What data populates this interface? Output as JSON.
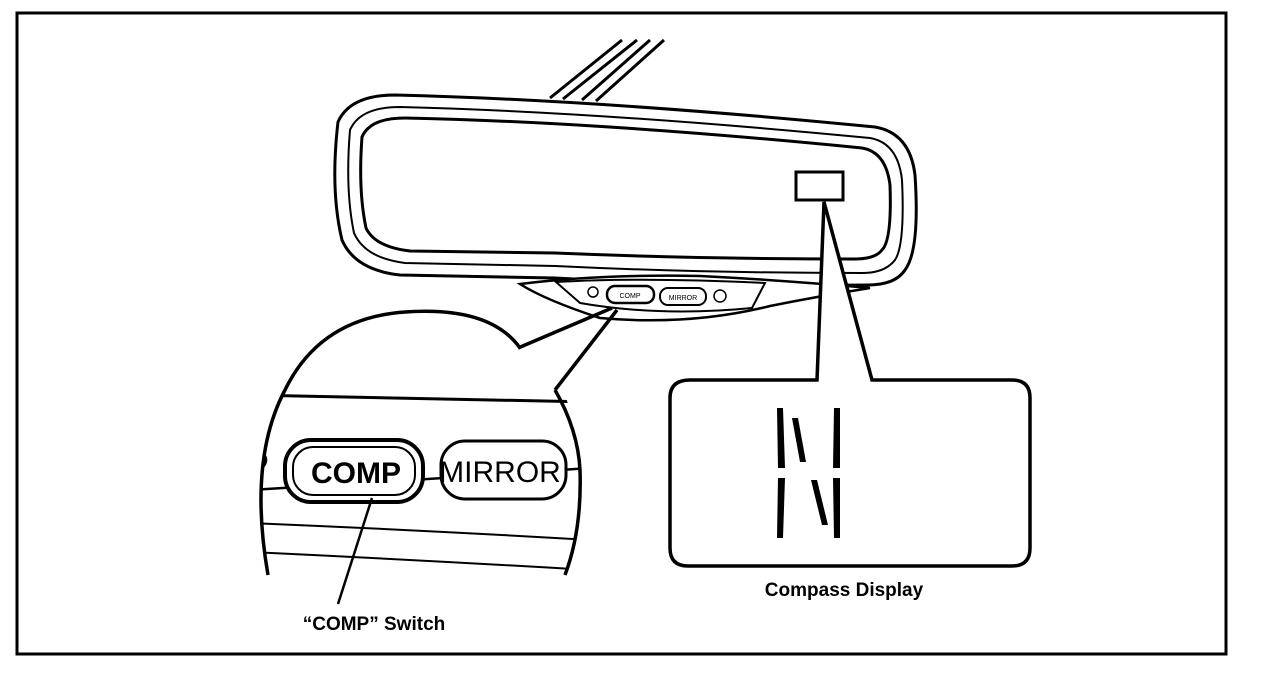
{
  "mirror": {
    "buttons": {
      "comp_label": "COMP",
      "mirror_label": "MIRROR"
    }
  },
  "callouts": {
    "comp_switch_label": "“COMP” Switch",
    "compass_display_label": "Compass Display",
    "compass_heading": "N"
  }
}
